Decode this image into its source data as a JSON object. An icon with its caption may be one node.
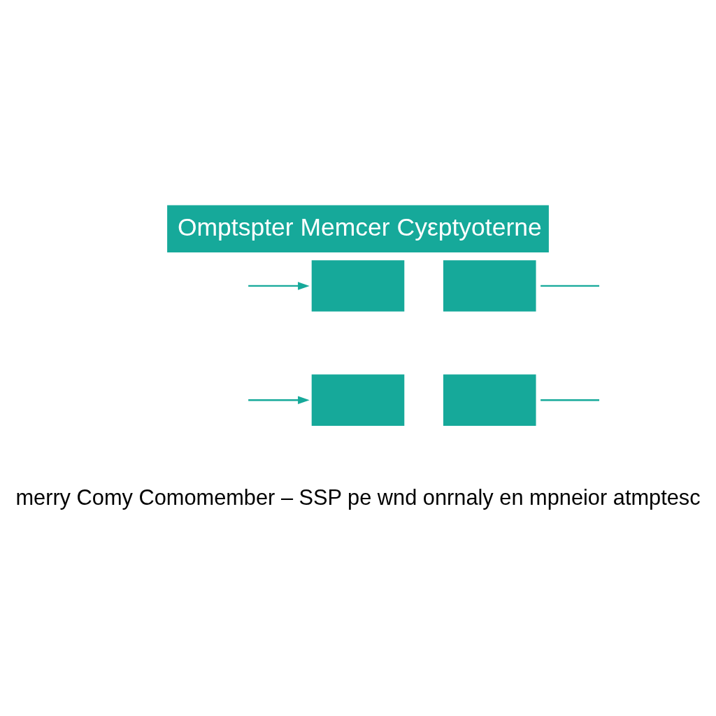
{
  "diagram": {
    "title": "Omptspter Memcer Cyεptyoterne",
    "caption": "merry Comy Comomember – SSP pe wnd onrnaly en mpneior atmptesc",
    "nodes": [
      {
        "text": [],
        "shape": "box"
      },
      {
        "text": [],
        "shape": "box"
      },
      {
        "text": [],
        "shape": "box"
      },
      {
        "text": [],
        "shape": "box"
      }
    ],
    "edges": [
      {
        "from": null,
        "to": 0,
        "arrow": "to"
      },
      {
        "from": null,
        "to": 2,
        "arrow": "to"
      },
      {
        "from": 1,
        "to": null,
        "arrow": "none"
      },
      {
        "from": 3,
        "to": null,
        "arrow": "none"
      }
    ]
  }
}
